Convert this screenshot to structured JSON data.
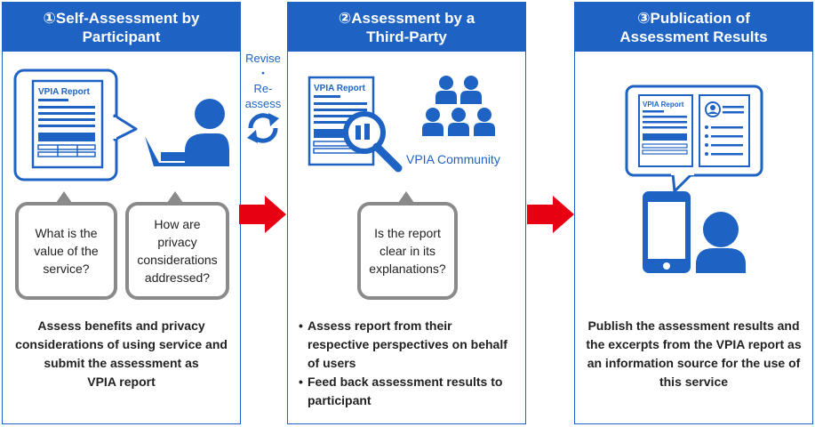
{
  "panels": [
    {
      "title_line1": "①Self-Assessment by",
      "title_line2": "Participant",
      "questions": [
        {
          "lines": [
            "What is the",
            "value of the",
            "service?"
          ]
        },
        {
          "lines": [
            "How are",
            "privacy",
            "considerations",
            "addressed?"
          ]
        }
      ],
      "description": [
        "Assess benefits and privacy",
        "considerations of using service and",
        "submit the assessment as",
        "VPIA report"
      ]
    },
    {
      "title_line1": "②Assessment by a",
      "title_line2": "Third-Party",
      "community_label": "VPIA Community",
      "questions": [
        {
          "lines": [
            "Is the report",
            "clear in its",
            "explanations?"
          ]
        }
      ],
      "bullets": [
        {
          "lines": [
            "Assess report from their",
            "respective perspectives on behalf",
            "of users"
          ]
        },
        {
          "lines": [
            "Feed back assessment results to",
            "participant"
          ]
        }
      ]
    },
    {
      "title_line1": "③Publication of",
      "title_line2": "Assessment Results",
      "description": [
        "Publish the assessment results and",
        "the excerpts from the VPIA report as",
        "an information source for the use of",
        "this service"
      ]
    }
  ],
  "report_label": "VPIA Report",
  "cycle": {
    "line1": "Revise",
    "dot": "・",
    "line2": "Re-",
    "line3": "assess"
  },
  "colors": {
    "blue": "#1e63c4",
    "red": "#e60012",
    "gray": "#8a8a8a"
  }
}
